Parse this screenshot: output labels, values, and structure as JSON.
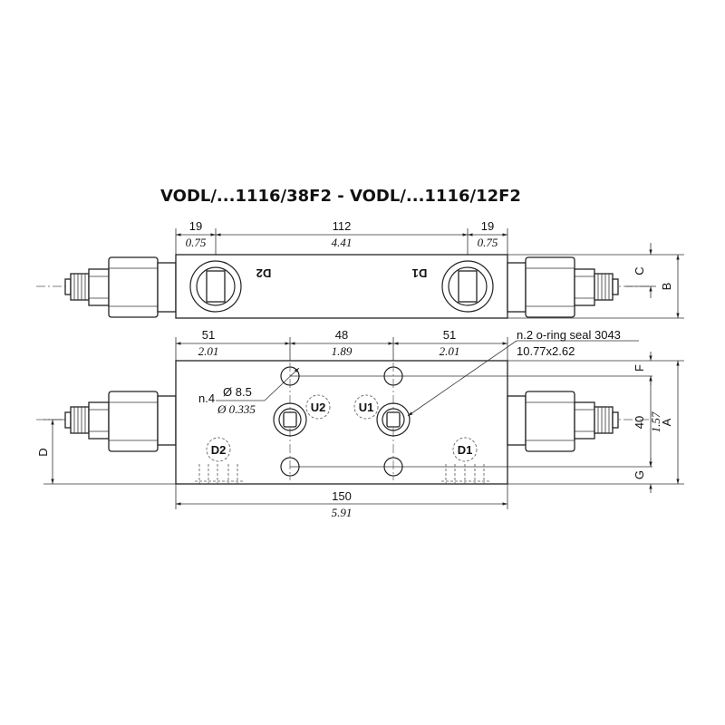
{
  "title": "VODL/...1116/38F2 - VODL/...1116/12F2",
  "top_view": {
    "dims": [
      {
        "mm": "19",
        "inch": "0.75"
      },
      {
        "mm": "112",
        "inch": "4.41"
      },
      {
        "mm": "19",
        "inch": "0.75"
      }
    ],
    "port_left": "D2",
    "port_right": "D1",
    "side_c": "C",
    "side_b": "B"
  },
  "bottom_view": {
    "dims": [
      {
        "mm": "51",
        "inch": "2.01"
      },
      {
        "mm": "48",
        "inch": "1.89"
      },
      {
        "mm": "51",
        "inch": "2.01"
      }
    ],
    "overall": {
      "mm": "150",
      "inch": "5.91"
    },
    "height": {
      "mm": "40",
      "inch": "1.57"
    },
    "side_a": "A",
    "side_d": "D",
    "side_f": "F",
    "side_g": "G",
    "holes_note": {
      "count": "n.4",
      "mm": "Ø 8.5",
      "inch": "Ø 0.335"
    },
    "oring_note": {
      "line1": "n.2 o-ring seal 3043",
      "line2": "10.77x2.62"
    },
    "ports": {
      "u2": "U2",
      "u1": "U1",
      "d2": "D2",
      "d1": "D1"
    }
  }
}
